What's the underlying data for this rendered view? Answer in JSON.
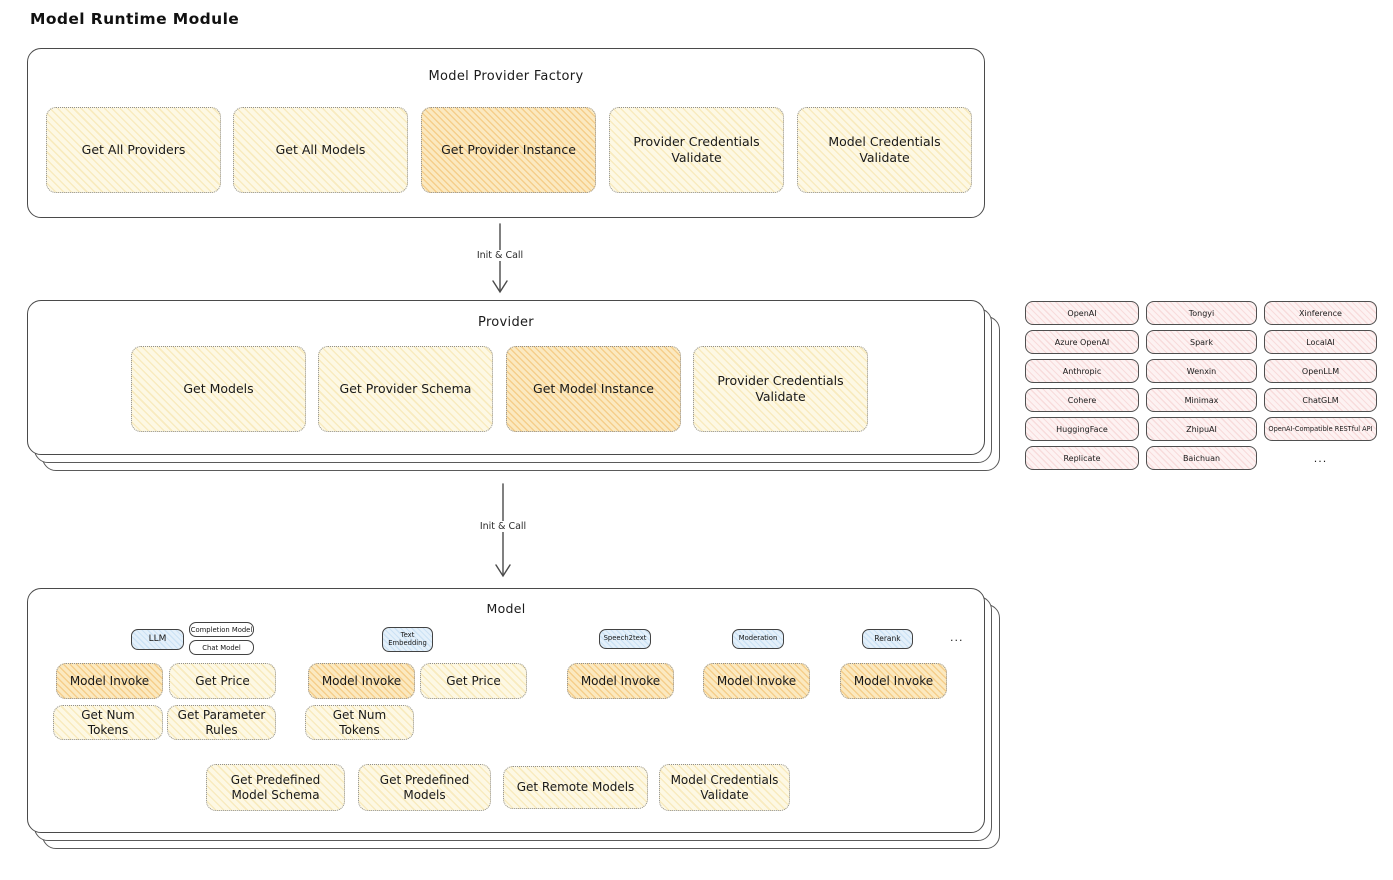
{
  "page": {
    "title": "Model Runtime Module"
  },
  "arrows": {
    "label1": "Init & Call",
    "label2": "Init & Call"
  },
  "factory": {
    "title": "Model Provider Factory",
    "buttons": [
      {
        "label": "Get All Providers",
        "highlight": false
      },
      {
        "label": "Get All Models",
        "highlight": false
      },
      {
        "label": "Get Provider Instance",
        "highlight": true
      },
      {
        "label": "Provider Credentials Validate",
        "highlight": false
      },
      {
        "label": "Model Credentials Validate",
        "highlight": false
      }
    ]
  },
  "provider": {
    "title": "Provider",
    "buttons": [
      {
        "label": "Get Models",
        "highlight": false
      },
      {
        "label": "Get Provider Schema",
        "highlight": false
      },
      {
        "label": "Get Model Instance",
        "highlight": true
      },
      {
        "label": "Provider Credentials Validate",
        "highlight": false
      }
    ]
  },
  "providers": {
    "items": [
      "OpenAI",
      "Tongyi",
      "Xinference",
      "Azure OpenAI",
      "Spark",
      "LocalAI",
      "Anthropic",
      "Wenxin",
      "OpenLLM",
      "Cohere",
      "Minimax",
      "ChatGLM",
      "HuggingFace",
      "ZhipuAI",
      "OpenAI-Compatible RESTful API",
      "Replicate",
      "Baichuan"
    ],
    "more": "..."
  },
  "model": {
    "title": "Model",
    "types": [
      {
        "label": "LLM"
      },
      {
        "label": "Completion Model"
      },
      {
        "label": "Chat Model"
      },
      {
        "label": "Text Embedding"
      },
      {
        "label": "Speech2text"
      },
      {
        "label": "Moderation"
      },
      {
        "label": "Rerank"
      }
    ],
    "more": "...",
    "row1": [
      {
        "label": "Model Invoke",
        "highlight": true
      },
      {
        "label": "Get Price",
        "highlight": false
      },
      {
        "label": "Model Invoke",
        "highlight": true
      },
      {
        "label": "Get Price",
        "highlight": false
      },
      {
        "label": "Model Invoke",
        "highlight": true
      },
      {
        "label": "Model Invoke",
        "highlight": true
      },
      {
        "label": "Model Invoke",
        "highlight": true
      }
    ],
    "row2": [
      {
        "label": "Get Num Tokens"
      },
      {
        "label": "Get Parameter Rules"
      },
      {
        "label": "Get Num Tokens"
      }
    ],
    "bottom": [
      {
        "label": "Get Predefined Model Schema"
      },
      {
        "label": "Get Predefined Models"
      },
      {
        "label": "Get Remote Models"
      },
      {
        "label": "Model Credentials Validate"
      }
    ]
  },
  "colors": {
    "op_yellow": "#fdf8e4",
    "op_orange": "#fbe9c0",
    "provider_pink": "#fdf2f2",
    "type_blue": "#e4f0fa",
    "outline": "#4a4a4a"
  }
}
